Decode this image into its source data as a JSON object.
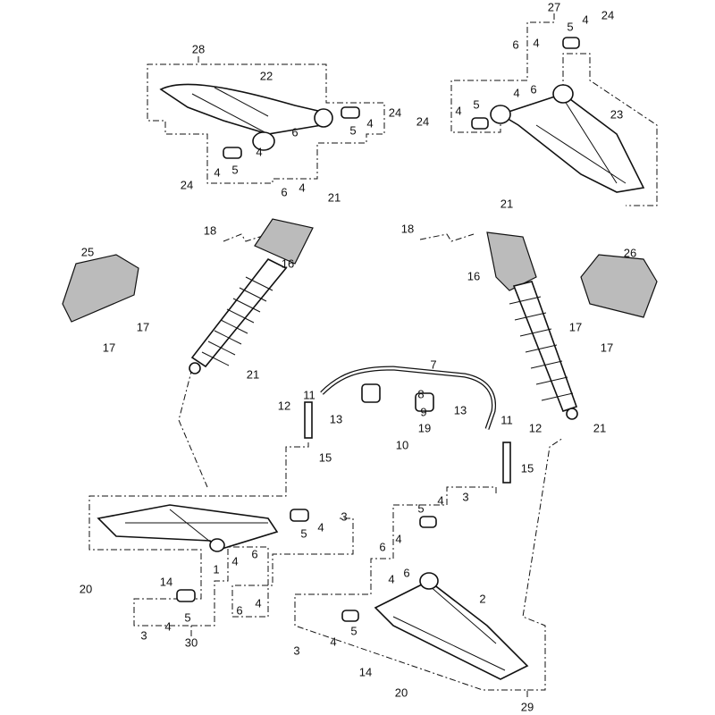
{
  "title": "Front suspension exploded parts diagram",
  "callouts": [
    "27",
    "4",
    "24",
    "5",
    "4",
    "6",
    "28",
    "22",
    "4",
    "6",
    "5",
    "4",
    "24",
    "24",
    "23",
    "4",
    "5",
    "6",
    "4",
    "5",
    "4",
    "6",
    "4",
    "24",
    "21",
    "21",
    "18",
    "18",
    "25",
    "26",
    "16",
    "16",
    "17",
    "17",
    "17",
    "17",
    "21",
    "7",
    "11",
    "8",
    "12",
    "13",
    "9",
    "13",
    "11",
    "12",
    "19",
    "10",
    "21",
    "15",
    "15",
    "3",
    "5",
    "4",
    "3",
    "5",
    "4",
    "6",
    "4",
    "1",
    "4",
    "6",
    "14",
    "20",
    "4",
    "6",
    "2",
    "5",
    "4",
    "3",
    "6",
    "4",
    "3",
    "4",
    "5",
    "30",
    "14",
    "20",
    "29"
  ]
}
